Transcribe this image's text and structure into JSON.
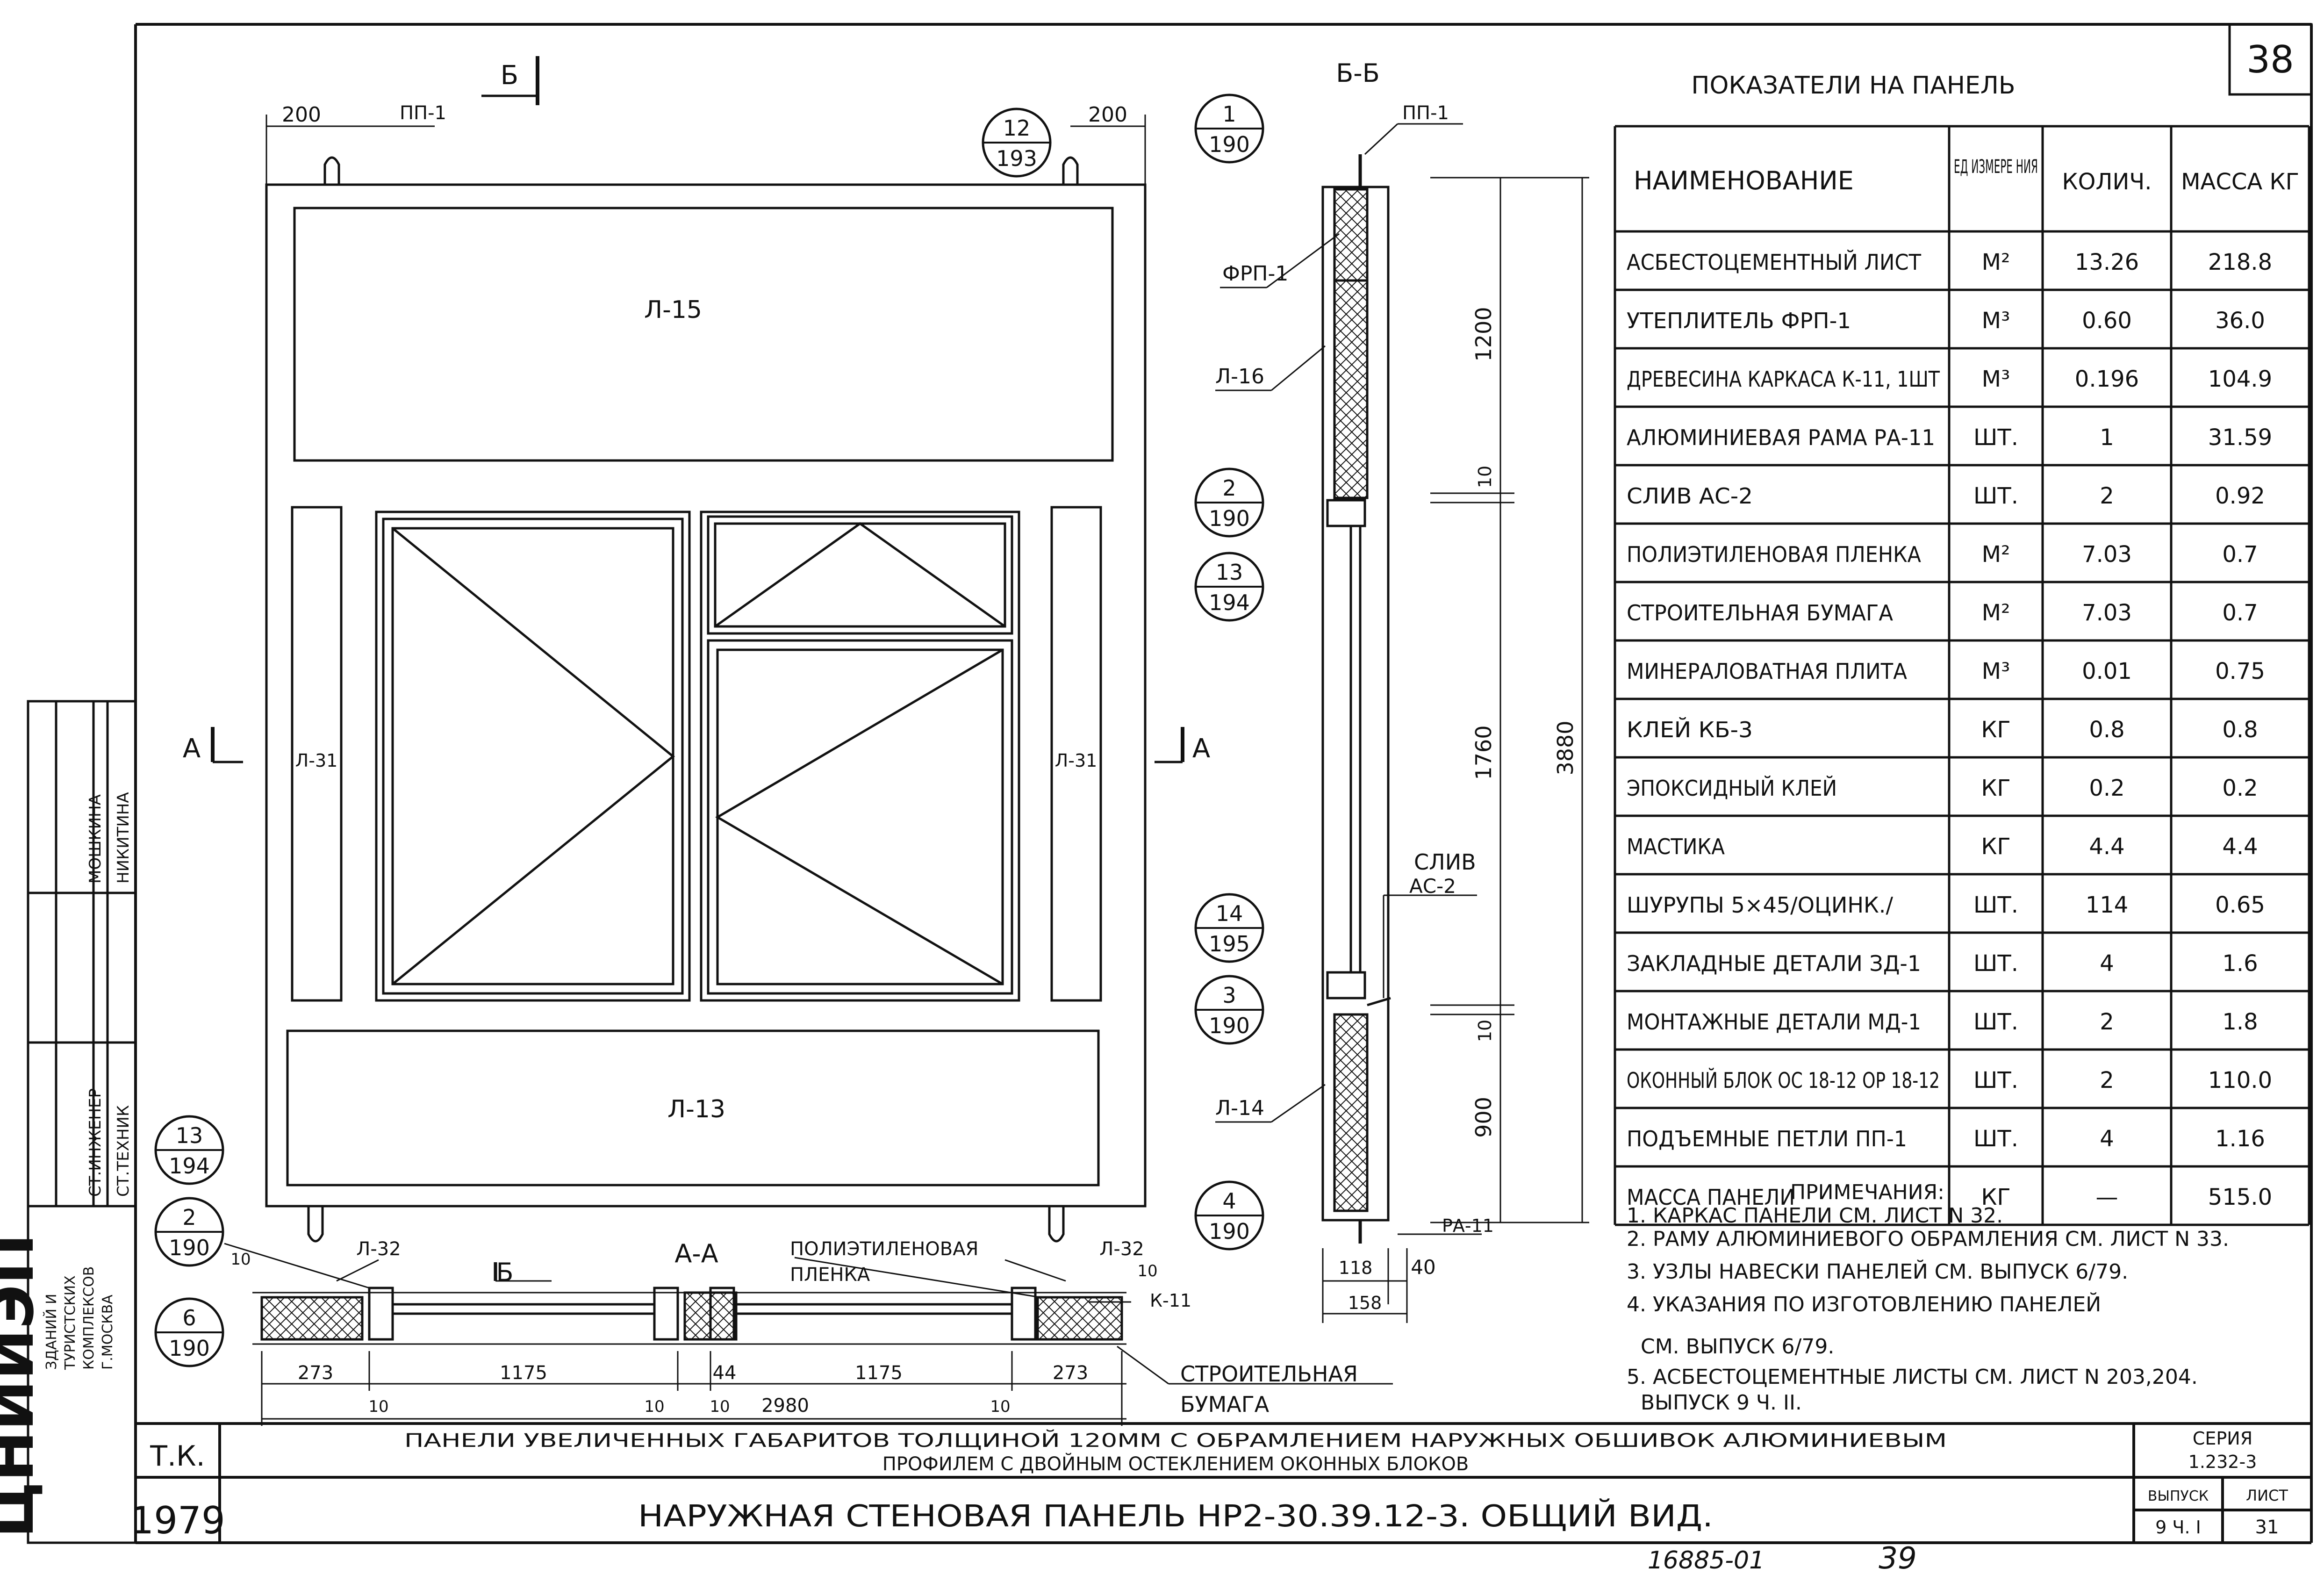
{
  "sheet": {
    "number": "38",
    "stamp_code": "16885-01",
    "stamp_page": "39"
  },
  "title_block": {
    "org": "ЦНИИЭП",
    "tk": "Т.К.",
    "year": "1979",
    "description_line1": "ПАНЕЛИ УВЕЛИЧЕННЫХ ГАБАРИТОВ ТОЛЩИНОЙ 120ММ С ОБРАМЛЕНИЕМ НАРУЖНЫХ ОБШИВОК АЛЮМИНИЕВЫМ",
    "description_line2": "ПРОФИЛЕМ С ДВОЙНЫМ ОСТЕКЛЕНИЕМ ОКОННЫХ БЛОКОВ",
    "drawing_title": "НАРУЖНАЯ СТЕНОВАЯ ПАНЕЛЬ НР2-30.39.12-3. ОБЩИЙ ВИД.",
    "series_label": "СЕРИЯ",
    "series_value": "1.232-3",
    "issue_label": "ВЫПУСК",
    "issue_value": "9 Ч. I",
    "sheet_label": "ЛИСТ",
    "sheet_value": "31"
  },
  "side_block": {
    "org_lines": [
      "ЗДАНИЙ И",
      "ТУРИСТСКИХ",
      "КОМПЛЕКСОВ",
      "Г.МОСКВА"
    ],
    "roles": [
      "СТ.ИНЖЕНЕР",
      "СТ.ТЕХНИК"
    ],
    "names": [
      "МОШКИНА",
      "НИКИТИНА"
    ]
  },
  "table": {
    "title": "ПОКАЗАТЕЛИ НА ПАНЕЛЬ",
    "headers": [
      "НАИМЕНОВАНИЕ",
      "ЕД ИЗМЕРЕ НИЯ",
      "КОЛИЧ.",
      "МАССА КГ"
    ],
    "rows": [
      [
        "АСБЕСТОЦЕМЕНТНЫЙ ЛИСТ",
        "М²",
        "13.26",
        "218.8"
      ],
      [
        "УТЕПЛИТЕЛЬ ФРП-1",
        "М³",
        "0.60",
        "36.0"
      ],
      [
        "ДРЕВЕСИНА КАРКАСА К-11, 1ШТ",
        "М³",
        "0.196",
        "104.9"
      ],
      [
        "АЛЮМИНИЕВАЯ РАМА РА-11",
        "ШТ.",
        "1",
        "31.59"
      ],
      [
        "СЛИВ АС-2",
        "ШТ.",
        "2",
        "0.92"
      ],
      [
        "ПОЛИЭТИЛЕНОВАЯ ПЛЕНКА",
        "М²",
        "7.03",
        "0.7"
      ],
      [
        "СТРОИТЕЛЬНАЯ БУМАГА",
        "М²",
        "7.03",
        "0.7"
      ],
      [
        "МИНЕРАЛОВАТНАЯ ПЛИТА",
        "М³",
        "0.01",
        "0.75"
      ],
      [
        "КЛЕЙ КБ-3",
        "КГ",
        "0.8",
        "0.8"
      ],
      [
        "ЭПОКСИДНЫЙ КЛЕЙ",
        "КГ",
        "0.2",
        "0.2"
      ],
      [
        "МАСТИКА",
        "КГ",
        "4.4",
        "4.4"
      ],
      [
        "ШУРУПЫ 5×45/ОЦИНК./",
        "ШТ.",
        "114",
        "0.65"
      ],
      [
        "ЗАКЛАДНЫЕ ДЕТАЛИ ЗД-1",
        "ШТ.",
        "4",
        "1.6"
      ],
      [
        "МОНТАЖНЫЕ ДЕТАЛИ МД-1",
        "ШТ.",
        "2",
        "1.8"
      ],
      [
        "ОКОННЫЙ БЛОК ОС 18-12 ОР 18-12",
        "ШТ.",
        "2",
        "110.0"
      ],
      [
        "ПОДЪЕМНЫЕ ПЕТЛИ ПП-1",
        "ШТ.",
        "4",
        "1.16"
      ],
      [
        "МАССА ПАНЕЛИ",
        "КГ",
        "—",
        "515.0"
      ]
    ]
  },
  "notes": {
    "title": "ПРИМЕЧАНИЯ:",
    "items": [
      "1. КАРКАС ПАНЕЛИ СМ. ЛИСТ N 32.",
      "2. РАМУ АЛЮМИНИЕВОГО ОБРАМЛЕНИЯ СМ. ЛИСТ N 33.",
      "3. УЗЛЫ НАВЕСКИ ПАНЕЛЕЙ СМ. ВЫПУСК 6/79.",
      "4. УКАЗАНИЯ ПО ИЗГОТОВЛЕНИЮ ПАНЕЛЕЙ",
      "СМ. ВЫПУСК 6/79.",
      "5. АСБЕСТОЦЕМЕНТНЫЕ ЛИСТЫ СМ. ЛИСТ N 203,204.",
      "ВЫПУСК 9 Ч. II."
    ]
  },
  "front_view": {
    "section_mark": "Б",
    "section_mark_side": "А",
    "dim_200_left": "200",
    "dim_200_right": "200",
    "loop_label": "ПП-1",
    "panel_top": "Л-15",
    "panel_bottom": "Л-13",
    "panel_side_left": "Л-31",
    "panel_side_right": "Л-31",
    "callouts": [
      {
        "top": "12",
        "bottom": "193"
      },
      {
        "top": "1",
        "bottom": "190"
      },
      {
        "top": "2",
        "bottom": "190"
      },
      {
        "top": "13",
        "bottom": "194"
      },
      {
        "top": "14",
        "bottom": "195"
      },
      {
        "top": "3",
        "bottom": "190"
      },
      {
        "top": "4",
        "bottom": "190"
      },
      {
        "top": "13",
        "bottom": "194"
      },
      {
        "top": "2",
        "bottom": "190"
      },
      {
        "top": "6",
        "bottom": "190"
      }
    ]
  },
  "section_bb": {
    "title": "Б-Б",
    "loop": "ПП-1",
    "insulation": "ФРП-1",
    "sheet_top": "Л-16",
    "sheet_bottom": "Л-14",
    "drip": "СЛИВ",
    "drip_code": "АС-2",
    "frame": "РА-11",
    "dims": [
      "1200",
      "10",
      "1760",
      "10",
      "900",
      "3880"
    ],
    "bottom_dims": [
      "118",
      "40",
      "158"
    ]
  },
  "section_aa": {
    "title": "А-А",
    "left_sheet": "Л-32",
    "right_sheet": "Л-32",
    "film_line1": "ПОЛИЭТИЛЕНОВАЯ",
    "film_line2": "ПЛЕНКА",
    "paper_line1": "СТРОИТЕЛЬНАЯ",
    "paper_line2": "БУМАГА",
    "frame": "К-11",
    "mark_b": "Б",
    "dims_top": [
      "273",
      "1175",
      "44",
      "1175",
      "273"
    ],
    "dims_small": [
      "10",
      "10",
      "10",
      "10",
      "10",
      "10"
    ],
    "total": "2980"
  }
}
